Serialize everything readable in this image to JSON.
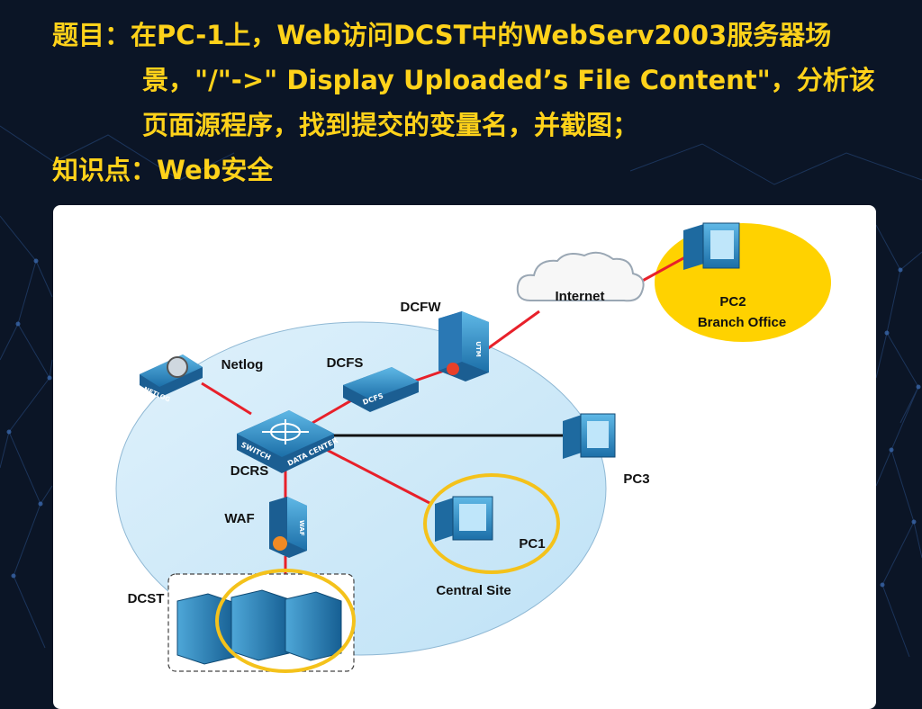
{
  "header": {
    "topic_label": "题目：",
    "topic_line1": "在PC-1上，Web访问DCST中的WebServ2003服务器场",
    "topic_line2": "景，\"/\"->\" Display Uploaded’s File Content\"，分析该",
    "topic_line3": "页面源程序，找到提交的变量名，并截图；",
    "knowledge_label": "知识点：",
    "knowledge_value": "Web安全"
  },
  "diagram": {
    "nodes": {
      "internet": "Internet",
      "pc2": "PC2",
      "branch_office": "Branch Office",
      "dcfw": "DCFW",
      "dcfs": "DCFS",
      "netlog": "Netlog",
      "dcrs": "DCRS",
      "waf": "WAF",
      "dcst": "DCST",
      "pc3": "PC3",
      "pc1": "PC1",
      "central_site": "Central Site"
    },
    "device_text": {
      "netlog_badge": "NETLOG",
      "dcfs_badge": "DCFS",
      "switch_badge": "SWITCH",
      "datacenter_badge": "DATA CENTER",
      "utm_badge": "UTM",
      "waf_badge": "WAF"
    },
    "colors": {
      "title": "#ffd21a",
      "link_red": "#e8202a",
      "link_black": "#111111",
      "site_fill": "#cfe9f8",
      "branch_fill": "#ffd200",
      "highlight": "#f4c21b"
    }
  }
}
